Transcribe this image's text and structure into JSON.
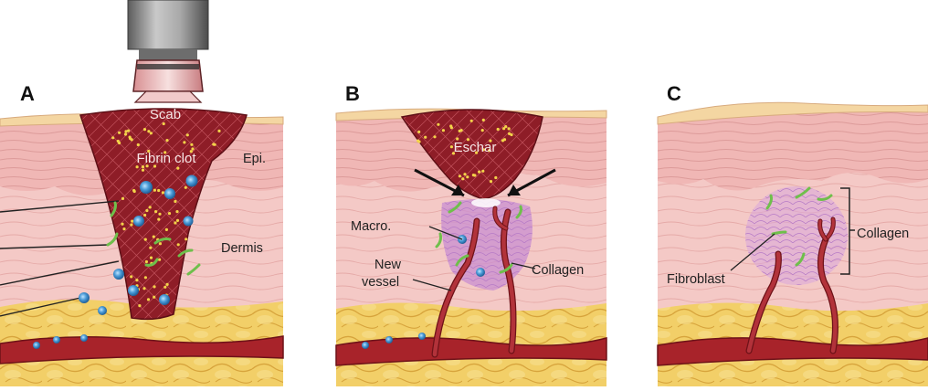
{
  "panels": [
    {
      "letter": "A",
      "labels": {
        "scab": "Scab",
        "fibrin_clot": "Fibrin clot",
        "epi": "Epi.",
        "dermis": "Dermis"
      }
    },
    {
      "letter": "B",
      "labels": {
        "eschar": "Eschar",
        "macro": "Macro.",
        "new": "New",
        "vessel": "vessel",
        "collagen": "Collagen"
      }
    },
    {
      "letter": "C",
      "labels": {
        "collagen": "Collagen",
        "fibroblast": "Fibroblast"
      }
    }
  ],
  "colors": {
    "surface": "#f4d6a2",
    "epidermis": "#f0b7b5",
    "dermis": "#f4c9c6",
    "fat": "#f2cf68",
    "vessel": "#a8232a",
    "clot": "#8e1d27",
    "collagen_cloud": "#c98ed0",
    "cell_blue": "#4a9ad6",
    "fibroblast_green": "#7ccf58",
    "device_gray": "#8a8a8a"
  }
}
